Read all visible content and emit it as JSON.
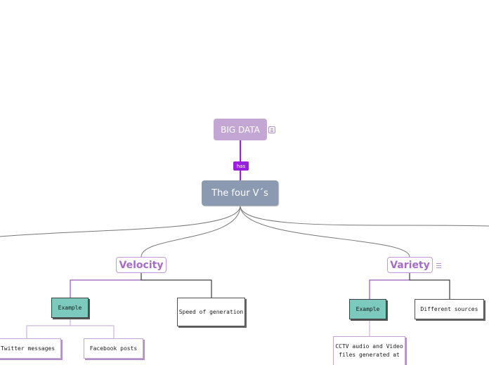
{
  "diagram": {
    "root": {
      "label": "BIG DATA",
      "note_icon": "note-icon"
    },
    "link_label": "has",
    "hub": {
      "label": "The four V´s"
    },
    "branches": [
      {
        "title": "Velocity",
        "example": {
          "label": "Example",
          "items": [
            "Twitter messages",
            "Facebook posts"
          ]
        },
        "detail": "Speed of generation"
      },
      {
        "title": "Variety",
        "note_icon": "note-icon",
        "example": {
          "label": "Example",
          "items": [
            "CCTV audio and Video files generated at"
          ]
        },
        "detail": "Different sources"
      }
    ]
  },
  "colors": {
    "root": "#c3a6d4",
    "link_label": "#9b1fe0",
    "hub": "#8c9ab1",
    "branch_text": "#a66cc7",
    "example": "#7cc9bd"
  }
}
